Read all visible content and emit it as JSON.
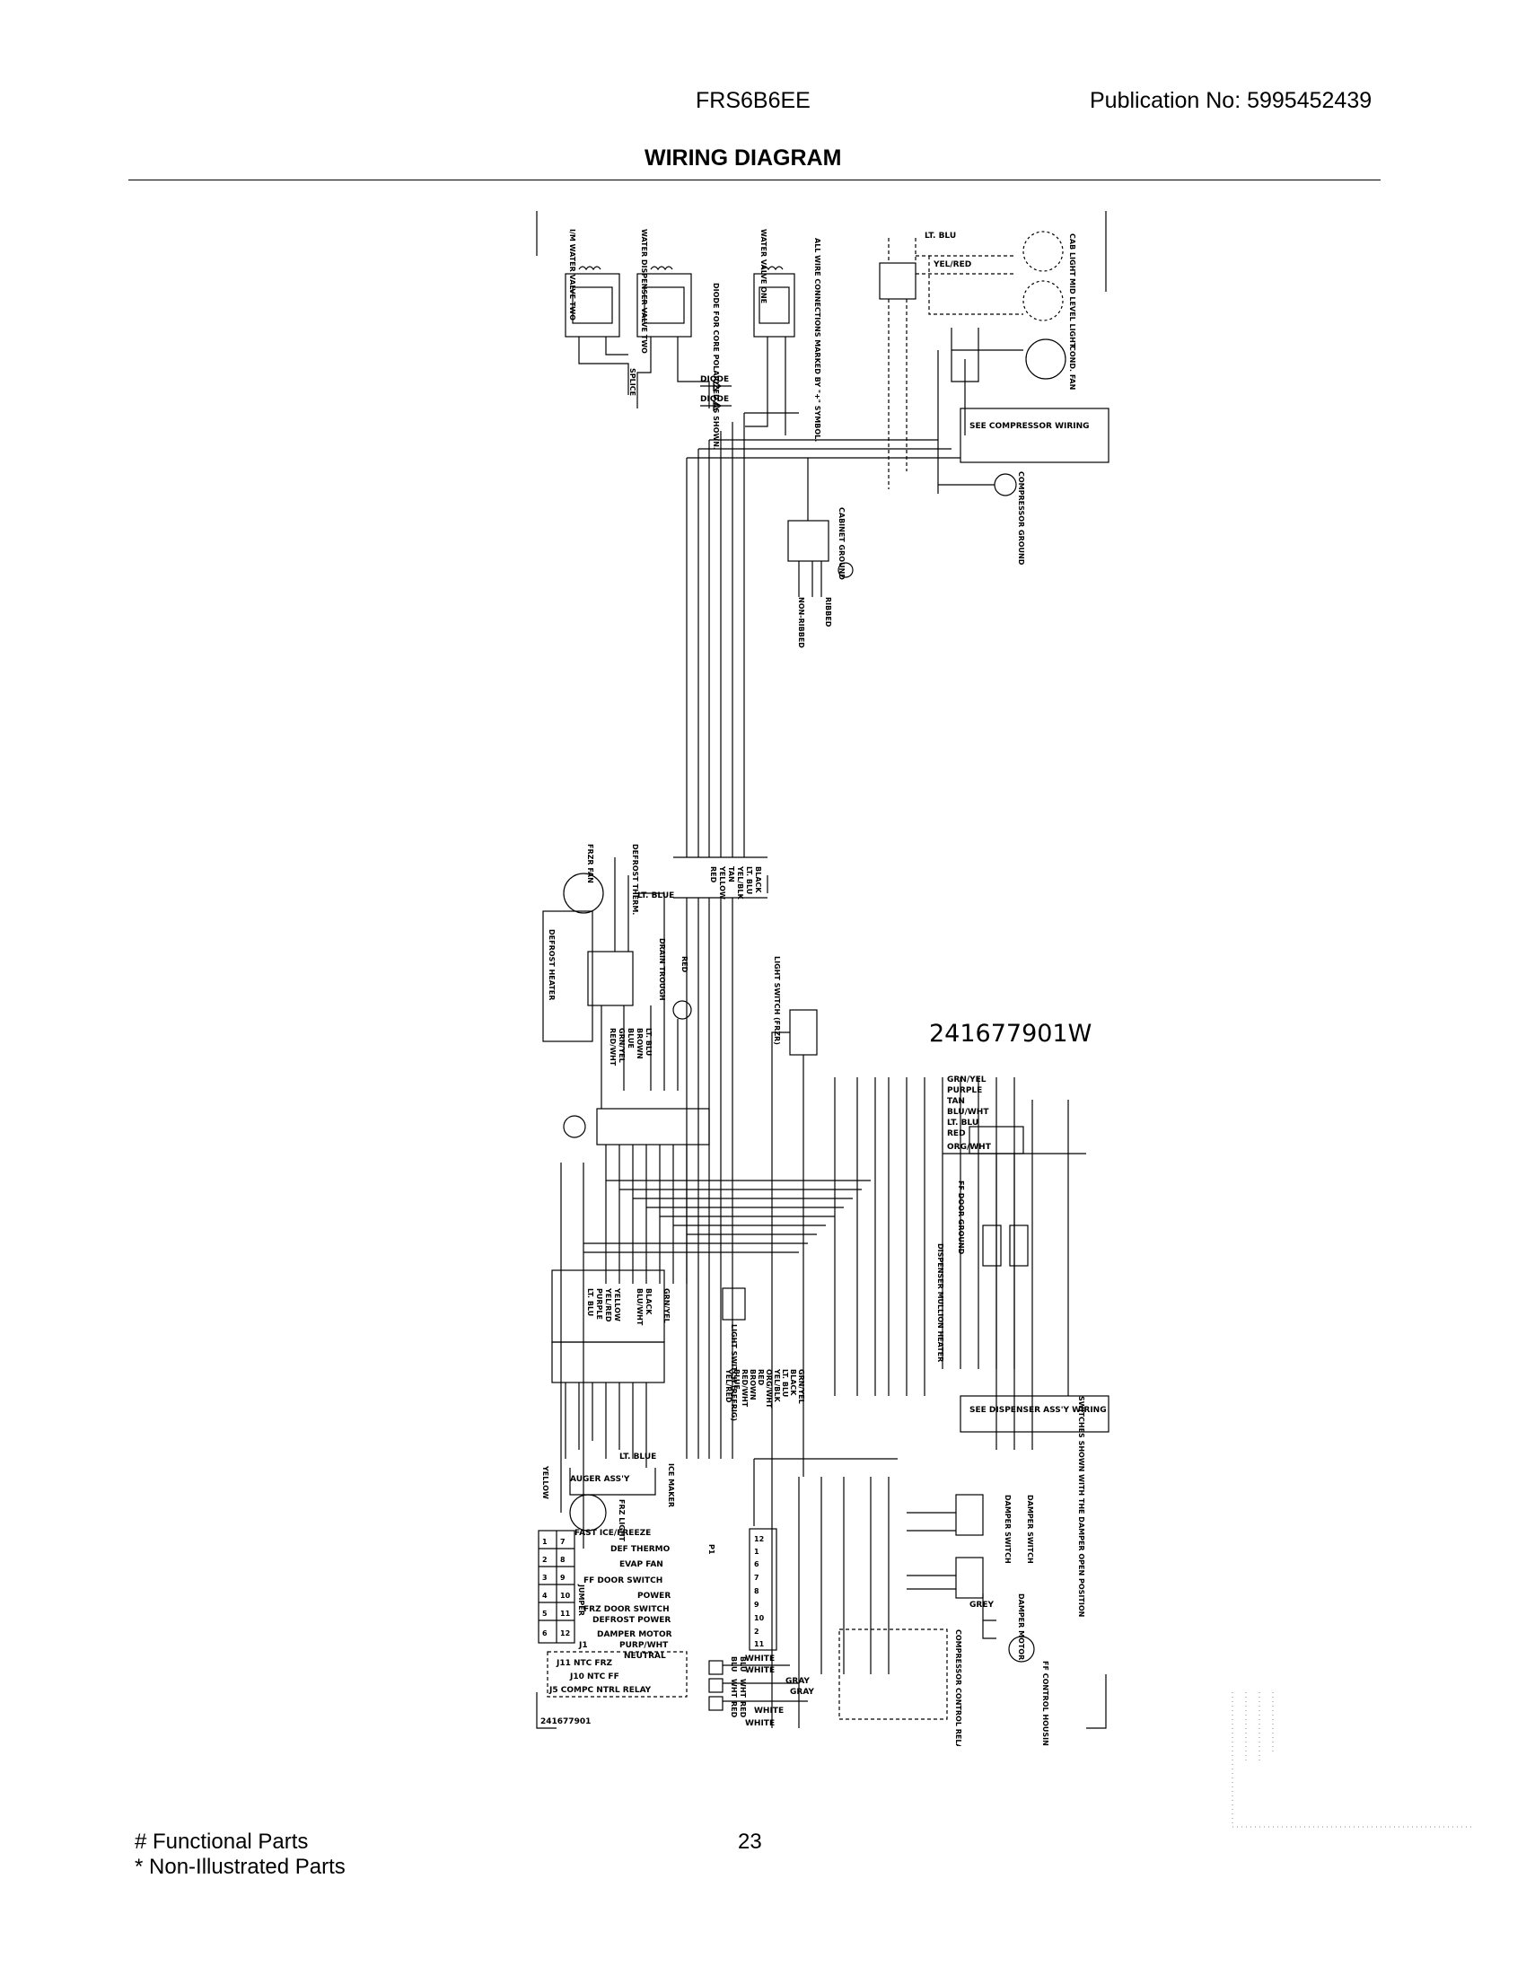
{
  "header": {
    "model": "FRS6B6EE",
    "publication": "Publication No:  5995452439",
    "title": "WIRING DIAGRAM"
  },
  "diagram": {
    "part_number_large": "241677901W",
    "part_number_small": "241677901",
    "top_labels": {
      "im_valve": "I/M WATER VALVE TWO",
      "water_dispenser_valve": "WATER DISPENSER VALVE TWO",
      "water_valve_one": "WATER VALVE ONE",
      "diode_note": "DIODE FOR CORE POLARIZED AS SHOWN.",
      "wire_note": "ALL WIRE CONNECTIONS MARKED BY \"+\" SYMBOL.",
      "splice": "SPLICE",
      "diode1": "DIODE",
      "diode2": "DIODE",
      "cab_light": "CAB LIGHT",
      "mid_level_light": "MID LEVEL LIGHT",
      "cond_fan": "COND. FAN",
      "lt_blu": "LT. BLU",
      "yel_red": "YEL/RED",
      "see_compressor": "SEE COMPRESSOR WIRING",
      "compressor_ground": "COMPRESSOR GROUND",
      "cabinet_ground": "CABINET GROUND",
      "ribbed": "RIBBED",
      "non_ribbed": "NON-RIBBED"
    },
    "mid_labels": {
      "frzr_fan": "FRZR FAN",
      "defrost_therm": "DEFROST THERM.",
      "defrost_heater": "DEFROST HEATER",
      "drain_trough": "DRAIN TROUGH",
      "red": "RED",
      "lt_blue": "LT. BLUE",
      "light_switch_frzr": "LIGHT SWITCH (FRZR)",
      "wires_top": [
        "BLACK",
        "LT. BLU",
        "YEL/BLK",
        "TAN",
        "YELLOW",
        "RED"
      ],
      "wires_left": [
        "LT. BLU",
        "BROWN",
        "BLUE",
        "GRN/YEL",
        "RED/WHT"
      ],
      "wires_right": [
        "GRN/YEL",
        "PURPLE",
        "TAN",
        "BLU/WHT",
        "LT. BLU",
        "RED",
        "ORG/WHT"
      ],
      "ff_door_ground": "FF DOOR GROUND",
      "dispenser_heater": "DISPENSER MULLION HEATER"
    },
    "lower_labels": {
      "wires_harness": [
        "BLACK",
        "BLU/WHT",
        "YELLOW",
        "YEL/RED",
        "PURPLE",
        "LT. BLU",
        "GRN/YEL"
      ],
      "light_switch_refrig": "LIGHT SWITCH (REFRIG)",
      "wires_bottom": [
        "GRN/YEL",
        "BLACK",
        "LT. BLU",
        "YEL/BLK",
        "ORG/WHT",
        "RED",
        "BROWN",
        "RED/WHT",
        "BLUE",
        "YEL/RED"
      ],
      "see_dispenser": "SEE DISPENSER ASS'Y WIRING",
      "switches_note": "SWITCHES SHOWN WITH THE DAMPER OPEN POSITION",
      "auger_assy": "AUGER ASS'Y",
      "ice_maker": "ICE MAKER",
      "lt_blue2": "LT. BLUE",
      "yellow2": "YELLOW",
      "frz_light": "FRZ LIGHT",
      "damper_switch_1": "DAMPER SWITCH",
      "damper_switch_2": "DAMPER SWITCH",
      "grey": "GREY",
      "damper_motor": "DAMPER MOTOR",
      "compressor_relay": "COMPRESSOR CONTROL RELAY",
      "ff_control_light": "FF CONTROL HOUSING LIGHT"
    },
    "connector_table": {
      "rows": [
        "FAST ICE/FREEZE",
        "DEF THERMO",
        "EVAP FAN",
        "FF DOOR SWITCH",
        "POWER",
        "FRZ DOOR SWITCH",
        "DEFROST POWER",
        "DAMPER MOTOR",
        "PURP/WHT",
        "NEUTRAL"
      ],
      "j1": "J1",
      "p1": "P1",
      "jumper": "JUMPER",
      "pins_left": [
        "1",
        "2",
        "3",
        "4",
        "5",
        "6",
        "7",
        "8",
        "9",
        "10",
        "11",
        "12"
      ],
      "pins_right": [
        "12",
        "1",
        "6",
        "7",
        "8",
        "9",
        "10",
        "2",
        "11"
      ],
      "j11": "J11 NTC FRZ",
      "j10": "J10 NTC FF",
      "j5": "J5 COMPC NTRL RELAY",
      "wires": [
        "WHITE",
        "WHITE",
        "GRAY",
        "GRAY",
        "WHITE",
        "WHITE"
      ],
      "codes": [
        "BLU",
        "BLU",
        "WHT",
        "WHT",
        "RED",
        "RED"
      ]
    }
  },
  "footer": {
    "functional": "# Functional Parts",
    "non_illustrated": "* Non-Illustrated Parts",
    "page": "23"
  }
}
